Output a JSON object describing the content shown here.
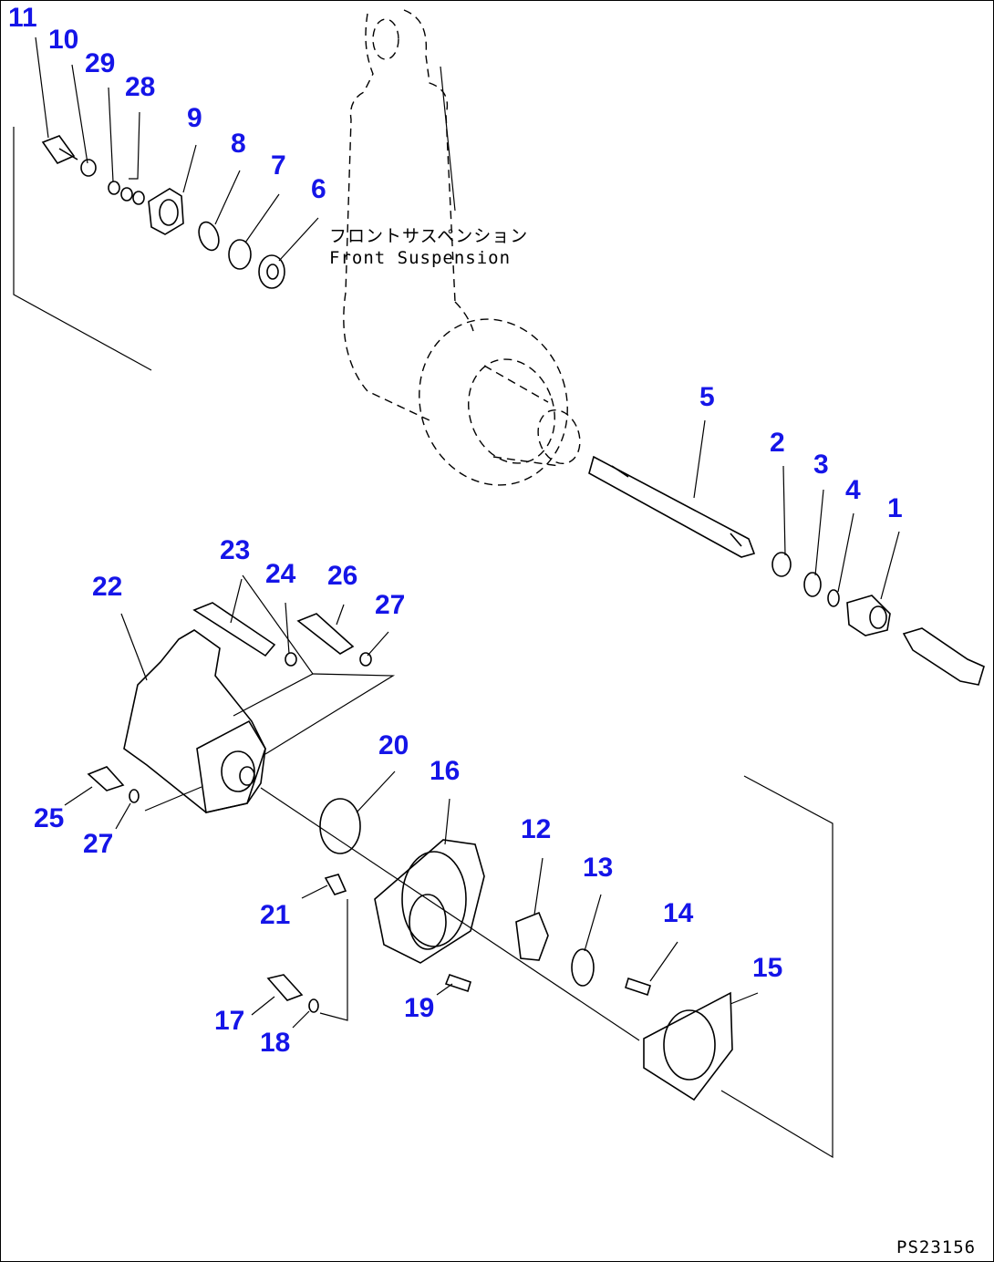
{
  "diagram": {
    "caption": {
      "japanese": "フロントサスペンション",
      "english": "Front Suspension"
    },
    "drawing_code": "PS23156",
    "callout_color": "#1515e8",
    "callouts": [
      "1",
      "2",
      "3",
      "4",
      "5",
      "6",
      "7",
      "8",
      "9",
      "10",
      "11",
      "12",
      "13",
      "14",
      "15",
      "16",
      "17",
      "18",
      "19",
      "20",
      "21",
      "22",
      "23",
      "24",
      "25",
      "26",
      "27",
      "27",
      "28",
      "29"
    ]
  }
}
